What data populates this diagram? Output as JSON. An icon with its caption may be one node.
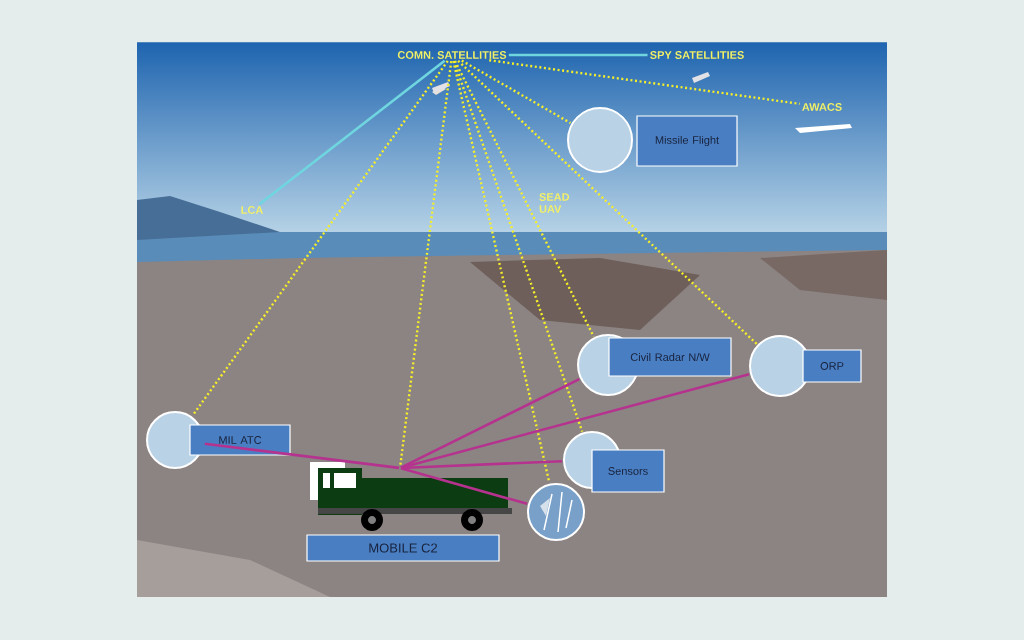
{
  "diagram": {
    "nodes": [
      {
        "text": [
          "COMN. SATELLITIES"
        ]
      },
      {
        "text": [
          "SPY SATELLITIES"
        ]
      },
      {
        "text": [
          "AWACS"
        ]
      },
      {
        "text": [
          "Missile Flight"
        ]
      },
      {
        "text": [
          "SEAD UAV"
        ]
      },
      {
        "text": [
          "LCA"
        ]
      },
      {
        "text": [
          "MIL ATC"
        ]
      },
      {
        "text": [
          "Civil Radar N/W"
        ]
      },
      {
        "text": [
          "ORP"
        ]
      },
      {
        "text": [
          "Sensors"
        ]
      },
      {
        "text": [],
        "shape": "picture"
      },
      {
        "text": [
          "MOBILE C2"
        ]
      }
    ],
    "edges": [
      {
        "from": 0,
        "to": 1,
        "arrow": "none",
        "color": "#6fd6e0"
      },
      {
        "from": 0,
        "to": 2,
        "arrow": "none",
        "style": "dashed"
      },
      {
        "from": 0,
        "to": 3,
        "arrow": "none",
        "style": "dashed"
      },
      {
        "from": 0,
        "to": 5,
        "arrow": "none",
        "color": "#6fd6e0"
      },
      {
        "from": 0,
        "to": 6,
        "arrow": "none",
        "style": "dashed"
      },
      {
        "from": 0,
        "to": 7,
        "arrow": "none",
        "style": "dashed"
      },
      {
        "from": 0,
        "to": 8,
        "arrow": "none",
        "style": "dashed"
      },
      {
        "from": 0,
        "to": 9,
        "arrow": "none",
        "style": "dashed"
      },
      {
        "from": 0,
        "to": 10,
        "arrow": "none",
        "style": "dashed"
      },
      {
        "from": 0,
        "to": 11,
        "arrow": "none",
        "style": "dashed"
      },
      {
        "from": 11,
        "to": 6,
        "arrow": "none",
        "color": "#b5338f"
      },
      {
        "from": 11,
        "to": 7,
        "arrow": "none",
        "color": "#b5338f"
      },
      {
        "from": 11,
        "to": 8,
        "arrow": "none",
        "color": "#b5338f"
      },
      {
        "from": 11,
        "to": 9,
        "arrow": "none",
        "color": "#b5338f"
      },
      {
        "from": 11,
        "to": 10,
        "arrow": "none",
        "color": "#b5338f"
      }
    ]
  }
}
